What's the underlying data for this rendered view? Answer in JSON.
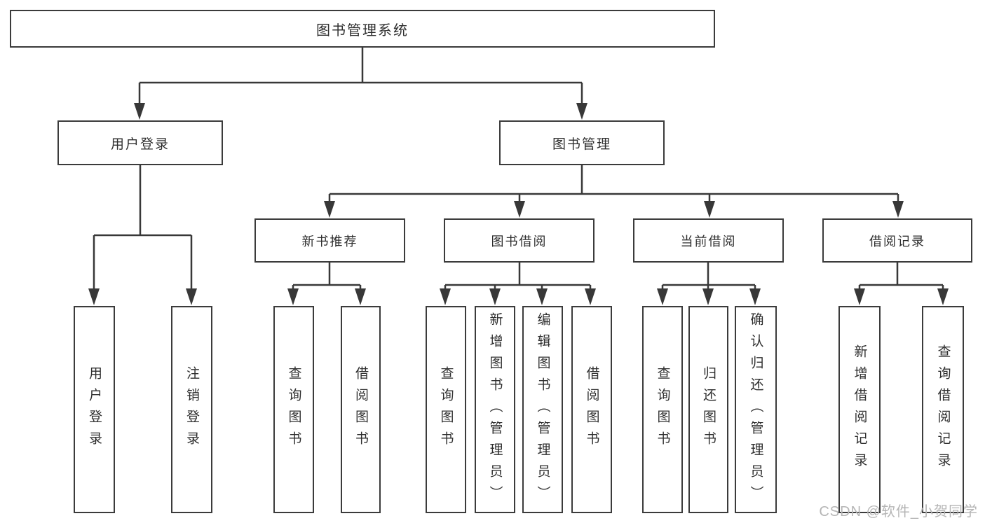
{
  "diagram_type": "hierarchy-tree",
  "tree": {
    "root": {
      "label": "图书管理系统",
      "children": [
        {
          "label": "用户登录",
          "children": [
            {
              "label": "用户登录"
            },
            {
              "label": "注销登录"
            }
          ]
        },
        {
          "label": "图书管理",
          "children": [
            {
              "label": "新书推荐",
              "children": [
                {
                  "label": "查询图书"
                },
                {
                  "label": "借阅图书"
                }
              ]
            },
            {
              "label": "图书借阅",
              "children": [
                {
                  "label": "查询图书"
                },
                {
                  "label": "新增图书（管理员）"
                },
                {
                  "label": "编辑图书（管理员）"
                },
                {
                  "label": "借阅图书"
                }
              ]
            },
            {
              "label": "当前借阅",
              "children": [
                {
                  "label": "查询图书"
                },
                {
                  "label": "归还图书"
                },
                {
                  "label": "确认归还（管理员）"
                }
              ]
            },
            {
              "label": "借阅记录",
              "children": [
                {
                  "label": "新增借阅记录"
                },
                {
                  "label": "查询借阅记录"
                }
              ]
            }
          ]
        }
      ]
    }
  },
  "watermark": {
    "text": "CSDN @软件_小贺同学"
  },
  "colors": {
    "background": "#ffffff",
    "box_fill": "#ffffff",
    "box_border": "#3b3b3b",
    "connector_line": "#383838",
    "text": "#2e2e2e",
    "watermark": "#b5b5b5"
  }
}
